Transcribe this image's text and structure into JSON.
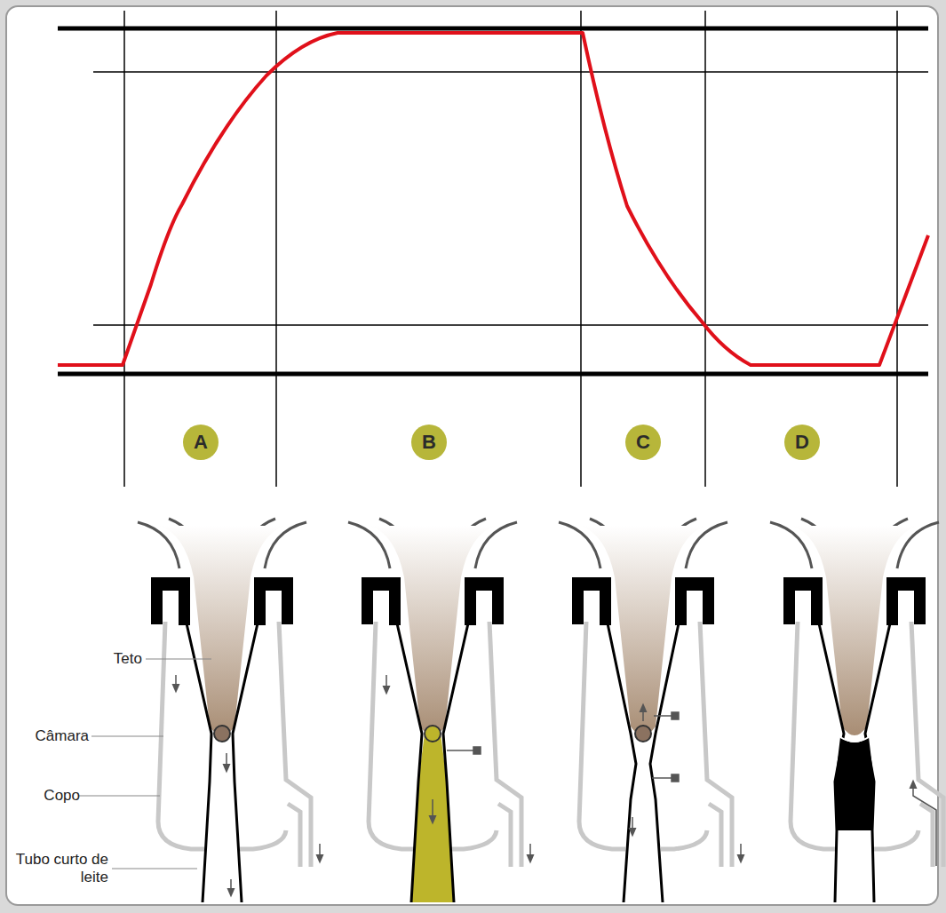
{
  "diagram": {
    "nodes": [
      {
        "text": [
          "A"
        ]
      },
      {
        "text": [
          "B"
        ]
      },
      {
        "text": [
          "C"
        ]
      },
      {
        "text": [
          "D"
        ]
      }
    ],
    "labels": [
      "Teto",
      "Câmara",
      "Copo",
      "Tubo curto de leite"
    ]
  }
}
